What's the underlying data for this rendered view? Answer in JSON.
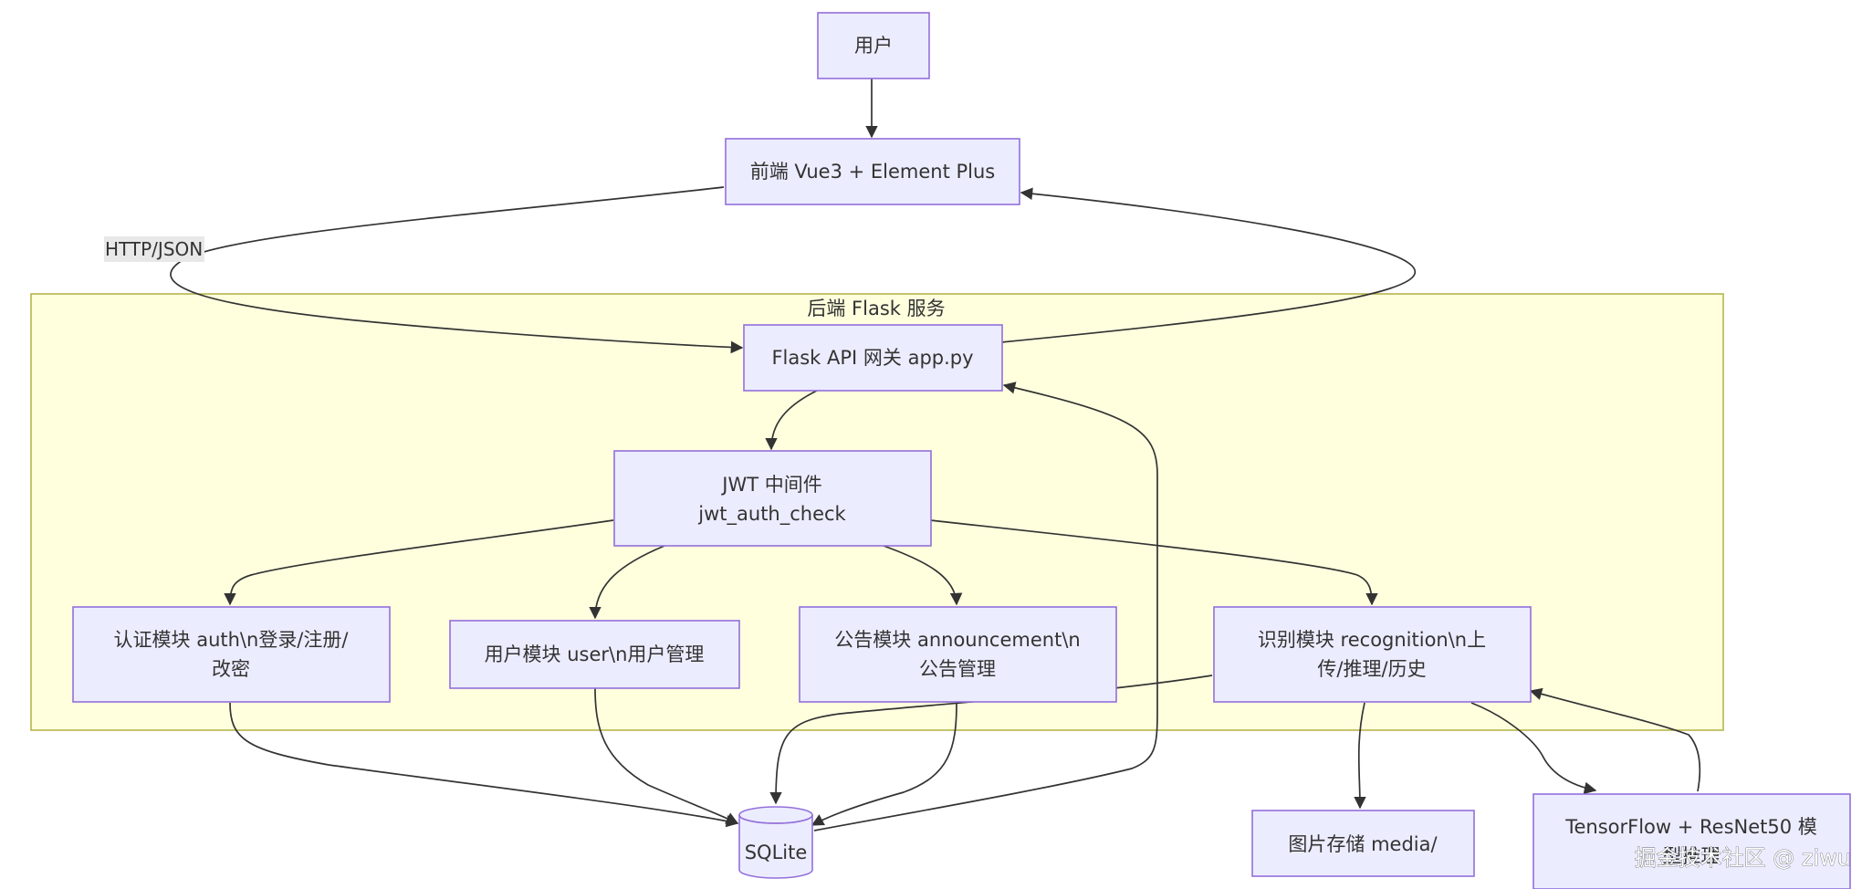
{
  "diagram": {
    "cluster_title": "后端 Flask 服务",
    "edge_label_http": "HTTP/JSON",
    "nodes": {
      "user": "用户",
      "frontend": "前端 Vue3 + Element Plus",
      "gateway": "Flask API 网关 app.py",
      "jwt_line1": "JWT 中间件",
      "jwt_line2": "jwt_auth_check",
      "auth_line1": "认证模块 auth\\n登录/注册/",
      "auth_line2": "改密",
      "usermod": "用户模块 user\\n用户管理",
      "announce_line1": "公告模块 announcement\\n",
      "announce_line2": "公告管理",
      "recog_line1": "识别模块 recognition\\n上",
      "recog_line2": "传/推理/历史",
      "sqlite": "SQLite",
      "media": "图片存储 media/",
      "tf_line1": "TensorFlow + ResNet50 模",
      "tf_line2": "型推理"
    },
    "watermark": "掘金技术社区 @ ziwu"
  }
}
